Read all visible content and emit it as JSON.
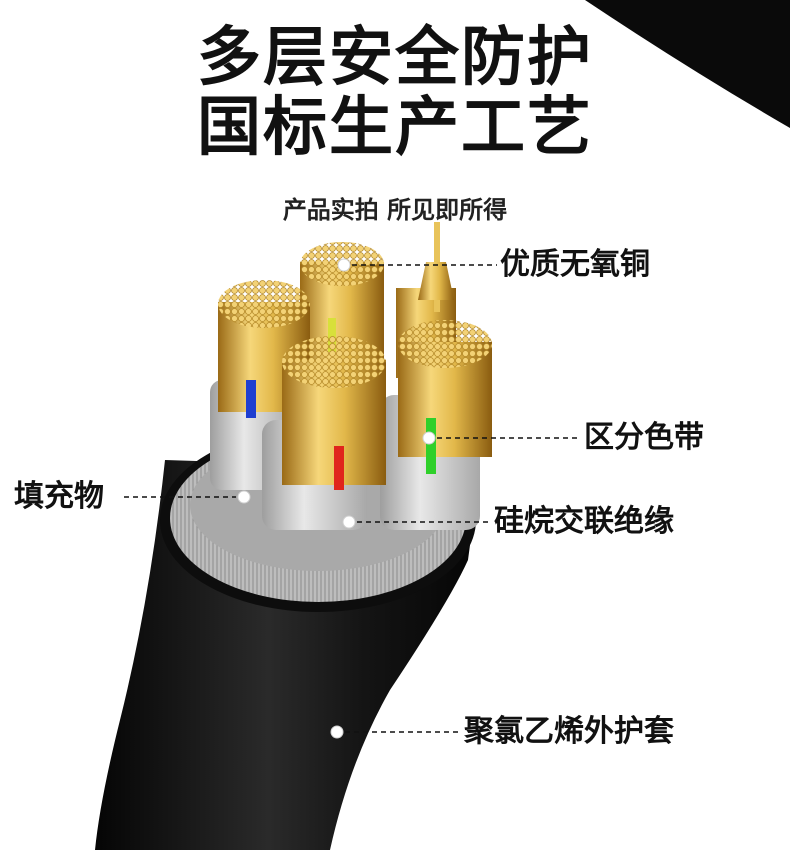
{
  "headline": {
    "line1": "多层安全防护",
    "line2": "国标生产工艺"
  },
  "subtitle": "产品实拍 所见即所得",
  "labels": {
    "copper": "优质无氧铜",
    "color_band": "区分色带",
    "filler": "填充物",
    "xlpe": "硅烷交联绝缘",
    "sheath": "聚氯乙烯外护套"
  },
  "colors": {
    "copper": "#e2b84a",
    "sheath": "#101010",
    "insulation": "#cfcfcf",
    "band_blue": "#1f3fd0",
    "band_yellow": "#d8e03a",
    "band_red": "#e0241c",
    "band_green": "#2fd02a"
  }
}
